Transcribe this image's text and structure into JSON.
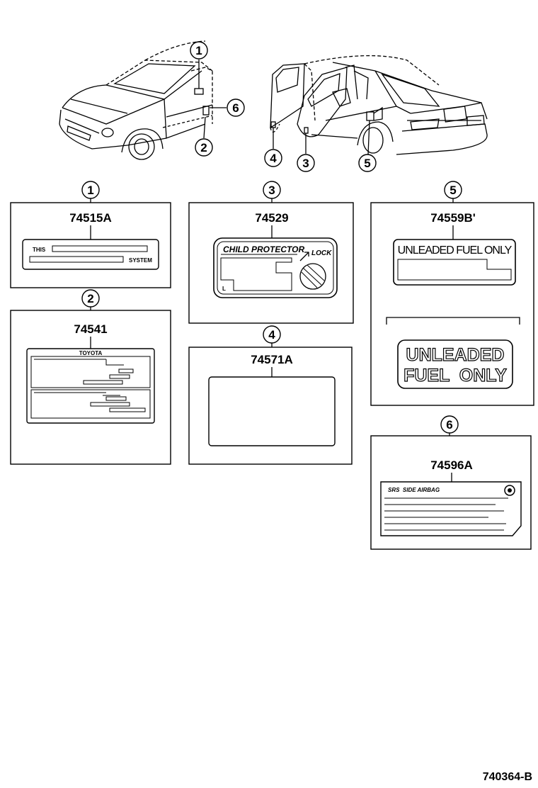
{
  "callouts": [
    "1",
    "2",
    "3",
    "4",
    "5",
    "6"
  ],
  "parts": [
    {
      "callout": "1",
      "number": "74515A",
      "texts": [
        "THIS",
        "SYSTEM"
      ]
    },
    {
      "callout": "2",
      "number": "74541",
      "texts": [
        "TOYOTA"
      ]
    },
    {
      "callout": "3",
      "number": "74529",
      "texts": [
        "CHILD PROTECTOR",
        "LOCK"
      ]
    },
    {
      "callout": "4",
      "number": "74571A",
      "texts": []
    },
    {
      "callout": "5",
      "number": "74559B'",
      "texts": [
        "UNLEADED FUEL ONLY",
        "UNLEADED",
        "FUEL  ONLY"
      ]
    },
    {
      "callout": "6",
      "number": "74596A",
      "texts": [
        "SRS  SIDE AIRBAG"
      ]
    }
  ],
  "diagram_id": "740364-B"
}
